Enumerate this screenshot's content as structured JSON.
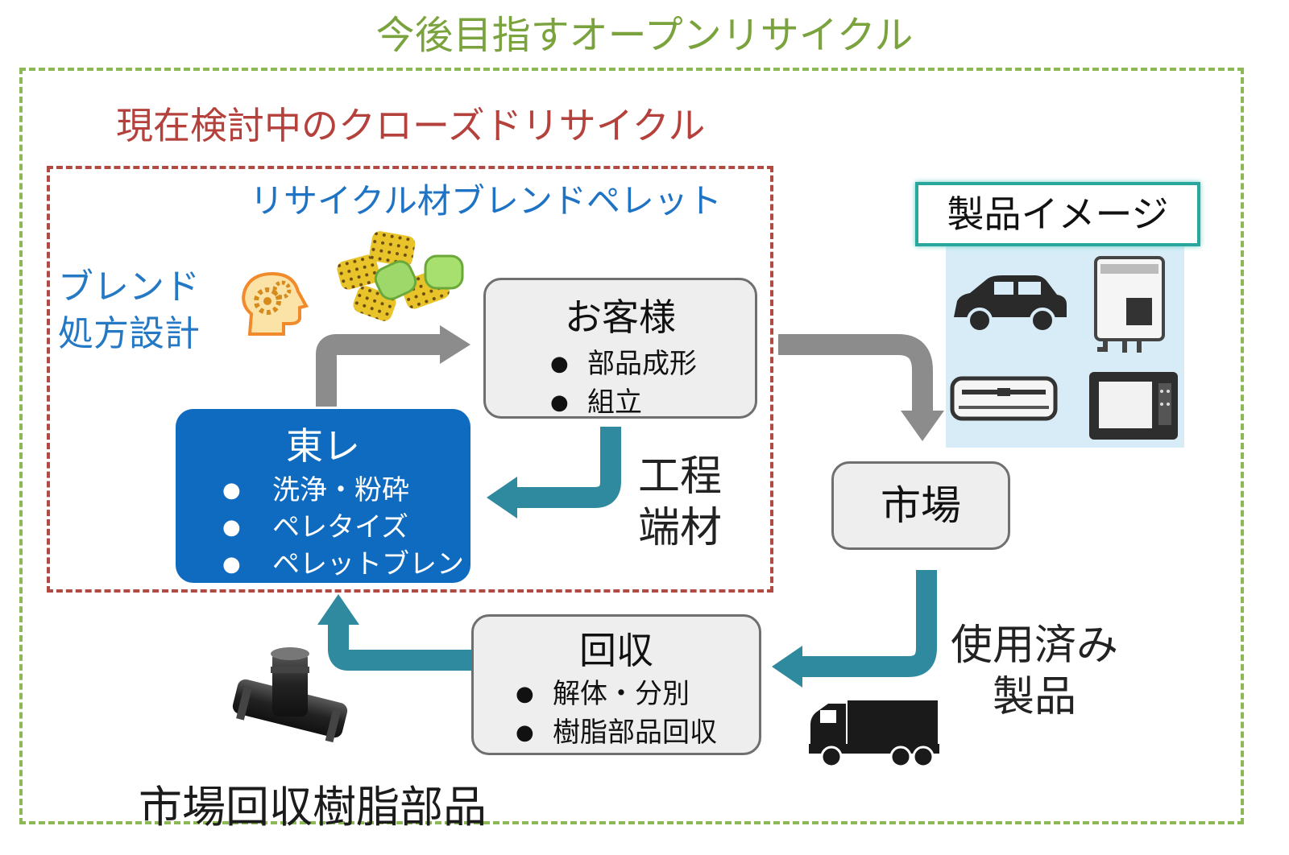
{
  "title_open": "今後目指すオープンリサイクル",
  "title_closed": "現在検討中のクローズドリサイクル",
  "title_pellet": "リサイクル材ブレンドペレット",
  "blend": {
    "line1": "ブレンド",
    "line2": "処方設計"
  },
  "customer": {
    "title": "お客様",
    "items": [
      "部品成形",
      "組立"
    ]
  },
  "toray": {
    "title": "東レ",
    "items": [
      "洗浄・粉砕",
      "ペレタイズ",
      "ペレットブレンド"
    ]
  },
  "process_scrap": {
    "line1": "工程",
    "line2": "端材"
  },
  "market": {
    "title": "市場"
  },
  "used_products": {
    "line1": "使用済み",
    "line2": "製品"
  },
  "collection": {
    "title": "回収",
    "items": [
      "解体・分別",
      "樹脂部品回収"
    ]
  },
  "collected_parts_label": "市場回収樹脂部品",
  "product_image": {
    "title": "製品イメージ"
  },
  "icons": [
    "brain-gears-icon",
    "pellets-icon",
    "car-icon",
    "water-heater-icon",
    "air-conditioner-icon",
    "microwave-icon",
    "truck-icon",
    "pipe-fitting-icon"
  ],
  "colors": {
    "open_frame": "#8db856",
    "closed_frame": "#b24a44",
    "toray_blue": "#0f6bbf",
    "gray_arrow": "#8c8c8c",
    "teal_arrow": "#2f8aa0"
  }
}
